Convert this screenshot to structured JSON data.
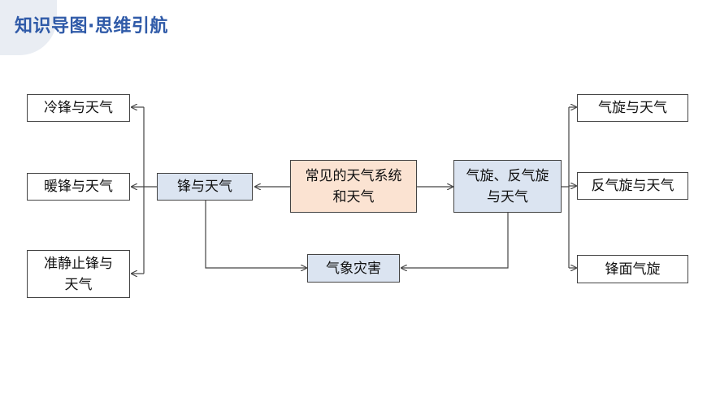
{
  "header": {
    "title": "知识导图·思维引航"
  },
  "diagram": {
    "center": "常见的天气系统和天气",
    "left_node": "锋与天气",
    "right_node": "气旋、反气旋与天气",
    "bottom_node": "气象灾害",
    "left_children": [
      "冷锋与天气",
      "暖锋与天气",
      "准静止锋与天气"
    ],
    "right_children": [
      "气旋与天气",
      "反气旋与天气",
      "锋面气旋"
    ]
  },
  "colors": {
    "title": "#2f5aa8",
    "blue_box": "#dbe4f1",
    "peach_box": "#fbe3d2",
    "line": "#444444"
  }
}
